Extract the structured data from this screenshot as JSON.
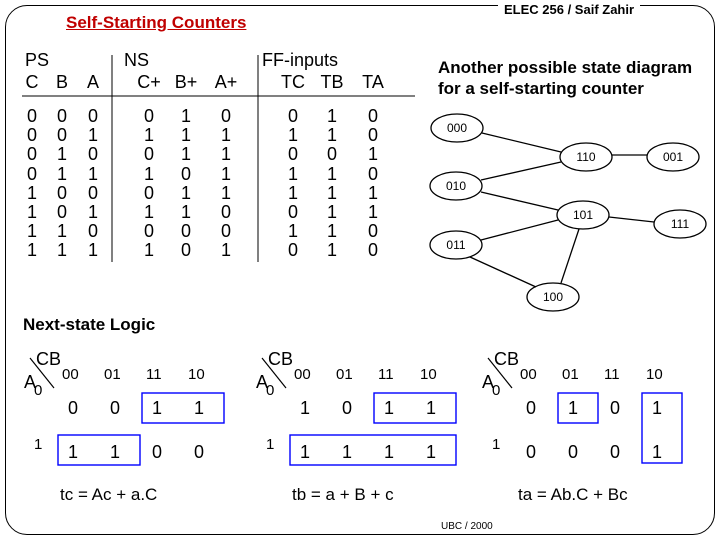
{
  "header": {
    "course": "ELEC 256 / Saif Zahir",
    "title": "Self-Starting Counters"
  },
  "state_table": {
    "group_labels": {
      "ps": "PS",
      "ns": "NS",
      "ff": "FF-inputs"
    },
    "columns": [
      "C",
      "B",
      "A",
      "C+",
      "B+",
      "A+",
      "TC",
      "TB",
      "TA"
    ],
    "rows": [
      [
        "0",
        "0",
        "0",
        "0",
        "1",
        "0",
        "0",
        "1",
        "0"
      ],
      [
        "0",
        "0",
        "1",
        "1",
        "1",
        "1",
        "1",
        "1",
        "0"
      ],
      [
        "0",
        "1",
        "0",
        "0",
        "1",
        "1",
        "0",
        "0",
        "1"
      ],
      [
        "0",
        "1",
        "1",
        "1",
        "0",
        "1",
        "1",
        "1",
        "0"
      ],
      [
        "1",
        "0",
        "0",
        "0",
        "1",
        "1",
        "1",
        "1",
        "1"
      ],
      [
        "1",
        "0",
        "1",
        "1",
        "1",
        "0",
        "0",
        "1",
        "1"
      ],
      [
        "1",
        "1",
        "0",
        "0",
        "0",
        "0",
        "1",
        "1",
        "0"
      ],
      [
        "1",
        "1",
        "1",
        "1",
        "0",
        "1",
        "0",
        "1",
        "0"
      ]
    ]
  },
  "diagram": {
    "title_line1": "Another possible state diagram",
    "title_line2": "for a self-starting counter",
    "states": [
      "000",
      "110",
      "001",
      "010",
      "101",
      "111",
      "011",
      "100"
    ]
  },
  "next_state": {
    "label": "Next-state  Logic",
    "kmaps": [
      {
        "corner_top": "CB",
        "corner_left": "A",
        "cols": [
          "00",
          "01",
          "11",
          "10"
        ],
        "row_labels": [
          "0",
          "1"
        ],
        "cells": [
          [
            "0",
            "0",
            "1",
            "1"
          ],
          [
            "1",
            "1",
            "0",
            "0"
          ]
        ],
        "equation": "tc = Ac + a.C"
      },
      {
        "corner_top": "CB",
        "corner_left": "A",
        "cols": [
          "00",
          "01",
          "11",
          "10"
        ],
        "row_labels": [
          "0",
          "1"
        ],
        "cells": [
          [
            "1",
            "0",
            "1",
            "1"
          ],
          [
            "1",
            "1",
            "1",
            "1"
          ]
        ],
        "equation": "tb = a + B + c"
      },
      {
        "corner_top": "CB",
        "corner_left": "A",
        "cols": [
          "00",
          "01",
          "11",
          "10"
        ],
        "row_labels": [
          "0",
          "1"
        ],
        "cells": [
          [
            "0",
            "1",
            "0",
            "1"
          ],
          [
            "0",
            "0",
            "0",
            "1"
          ]
        ],
        "equation": "ta = Ab.C + Bc"
      }
    ]
  },
  "footer": "UBC / 2000",
  "colors": {
    "title": "#c00000",
    "group_box": "#0000ff",
    "line": "#000000"
  }
}
